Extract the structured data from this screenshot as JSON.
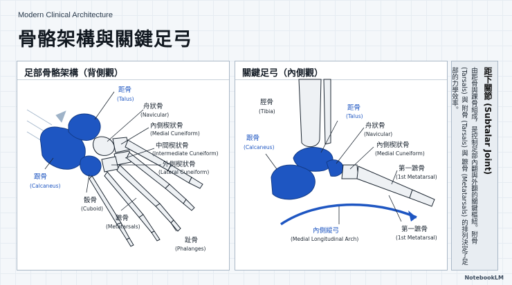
{
  "header": {
    "eyebrow": "Modern Clinical Architecture",
    "title": "骨骼架構與關鍵足弓"
  },
  "dorsal": {
    "title": "足部骨骼架構（背側觀）",
    "talus": {
      "zh": "距骨",
      "en": "(Talus)"
    },
    "navicular": {
      "zh": "舟狀骨",
      "en": "(Navicular)"
    },
    "medial_cuneiform": {
      "zh": "內側楔狀骨",
      "en": "(Medial Cuneiform)"
    },
    "intermediate_cuneiform": {
      "zh": "中間楔狀骨",
      "en": "(Intermediate Cuneiform)"
    },
    "lateral_cuneiform": {
      "zh": "外側楔狀骨",
      "en": "(Lateral Cuneiform)"
    },
    "calcaneus": {
      "zh": "跟骨",
      "en": "(Calcaneus)"
    },
    "cuboid": {
      "zh": "骰骨",
      "en": "(Cuboid)"
    },
    "metatarsals": {
      "zh": "蹠骨",
      "en": "(Metatarsals)"
    },
    "phalanges": {
      "zh": "趾骨",
      "en": "(Phalanges)"
    }
  },
  "medial": {
    "title": "關鍵足弓（內側觀）",
    "tibia": {
      "zh": "脛骨",
      "en": "(Tibia)"
    },
    "talus": {
      "zh": "距骨",
      "en": "(Talus)"
    },
    "navicular": {
      "zh": "舟狀骨",
      "en": "(Navicular)"
    },
    "calcaneus": {
      "zh": "跟骨",
      "en": "(Calcaneus)"
    },
    "medial_cuneiform": {
      "zh": "內側楔狀骨",
      "en": "(Medial Cuneiform)"
    },
    "first_metatarsal_a": {
      "zh": "第一蹠骨",
      "en": "(1st Metatarsal)"
    },
    "first_metatarsal_b": {
      "zh": "第一蹠骨",
      "en": "(1st Metatarsal)"
    },
    "arch": {
      "zh": "內側縱弓",
      "en": "(Medial Longitudinal Arch)"
    }
  },
  "sidebar": {
    "title": "距下關節 (Subtalar Joint)",
    "body": "由距骨與踝骨組成，是控制足部內翻與外翻的關鍵樞紐。附骨 (Tarsals) 與 附骨 (Tarsals) 與 蹠骨 (Metatarsals) 的排列決定了足部的力學效率。"
  },
  "footer": {
    "brand": "NotebookLM"
  },
  "colors": {
    "accent": "#1e56c2",
    "bone": "#eef1f4",
    "border": "#a9b7c6"
  }
}
